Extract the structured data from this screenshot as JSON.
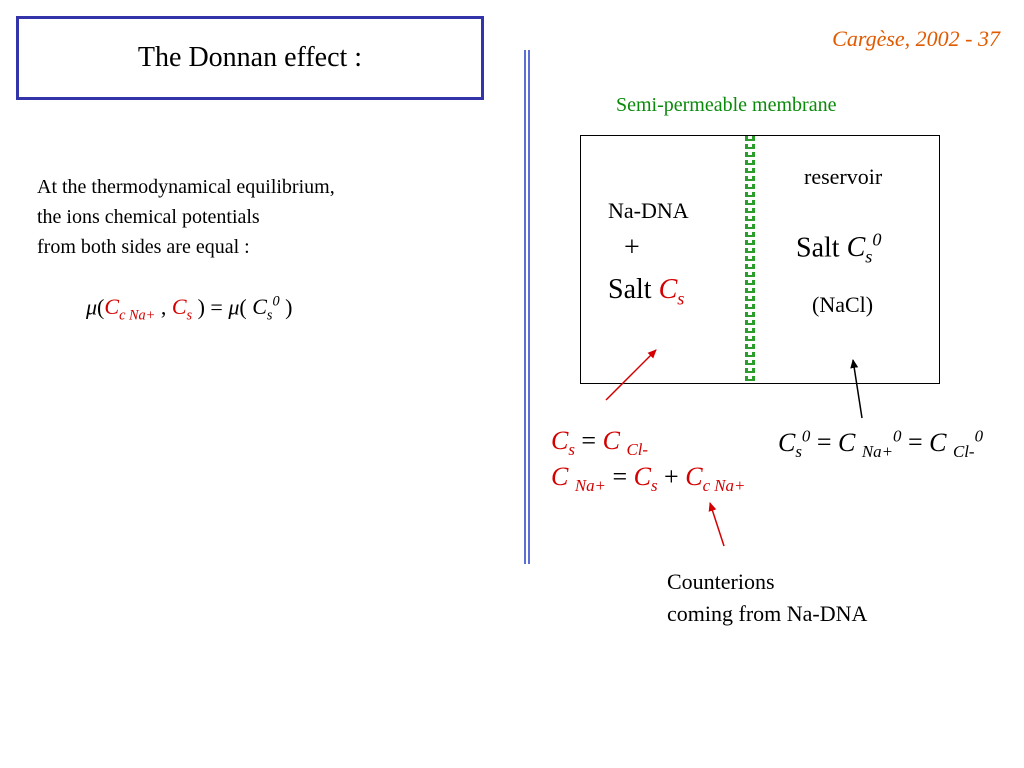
{
  "title": "The Donnan effect :",
  "footer": "Cargèse, 2002 - 37",
  "intro": [
    "At the thermodynamical equilibrium,",
    "the ions chemical potentials",
    "from both sides are equal :"
  ],
  "diagram": {
    "membrane_label": "Semi-permeable membrane",
    "left": {
      "line1": "Na-DNA",
      "plus": "+",
      "salt": "Salt "
    },
    "right": {
      "reservoir": "reservoir",
      "salt": "Salt ",
      "nacl": "(NaCl)"
    }
  },
  "counterions_note": [
    "Counterions",
    "coming from Na-DNA"
  ],
  "colors": {
    "accent_red": "#d40000",
    "membrane_green": "#2a9d2a",
    "frame_blue": "#3333aa",
    "footer_orange": "#e05a00"
  }
}
